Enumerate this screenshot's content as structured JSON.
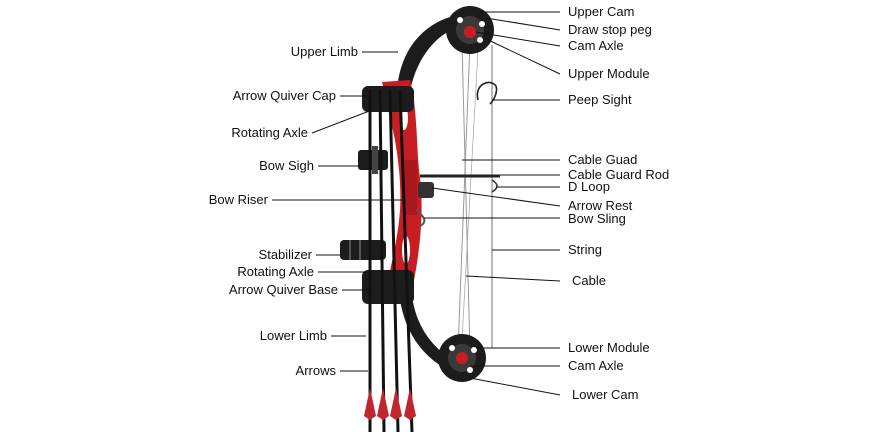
{
  "diagram": {
    "accent_colors": {
      "riser": "#c81e23",
      "limb": "#1c1c1c",
      "fletching": "#c0262b",
      "leader": "#111111"
    },
    "labels_left": [
      {
        "id": "upper-limb",
        "text": "Upper Limb"
      },
      {
        "id": "arrow-quiver-cap",
        "text": "Arrow Quiver Cap"
      },
      {
        "id": "rotating-axle-top",
        "text": "Rotating Axle"
      },
      {
        "id": "bow-sigh",
        "text": "Bow Sigh"
      },
      {
        "id": "bow-riser",
        "text": "Bow Riser"
      },
      {
        "id": "stabilizer",
        "text": "Stabilizer"
      },
      {
        "id": "rotating-axle-bottom",
        "text": "Rotating Axle"
      },
      {
        "id": "arrow-quiver-base",
        "text": "Arrow Quiver Base"
      },
      {
        "id": "lower-limb",
        "text": "Lower Limb"
      },
      {
        "id": "arrows",
        "text": "Arrows"
      }
    ],
    "labels_right": [
      {
        "id": "upper-cam",
        "text": "Upper Cam"
      },
      {
        "id": "draw-stop-peg",
        "text": "Draw stop peg"
      },
      {
        "id": "cam-axle-top",
        "text": "Cam Axle"
      },
      {
        "id": "upper-module",
        "text": "Upper Module"
      },
      {
        "id": "peep-sight",
        "text": "Peep Sight"
      },
      {
        "id": "cable-guad",
        "text": "Cable Guad"
      },
      {
        "id": "cable-guard-rod",
        "text": "Cable Guard Rod"
      },
      {
        "id": "d-loop",
        "text": "D Loop"
      },
      {
        "id": "arrow-rest",
        "text": "Arrow Rest"
      },
      {
        "id": "bow-sling",
        "text": "Bow Sling"
      },
      {
        "id": "string",
        "text": "String"
      },
      {
        "id": "cable",
        "text": "Cable"
      },
      {
        "id": "lower-module",
        "text": "Lower Module"
      },
      {
        "id": "cam-axle-bottom",
        "text": "Cam Axle"
      },
      {
        "id": "lower-cam",
        "text": "Lower Cam"
      }
    ]
  }
}
